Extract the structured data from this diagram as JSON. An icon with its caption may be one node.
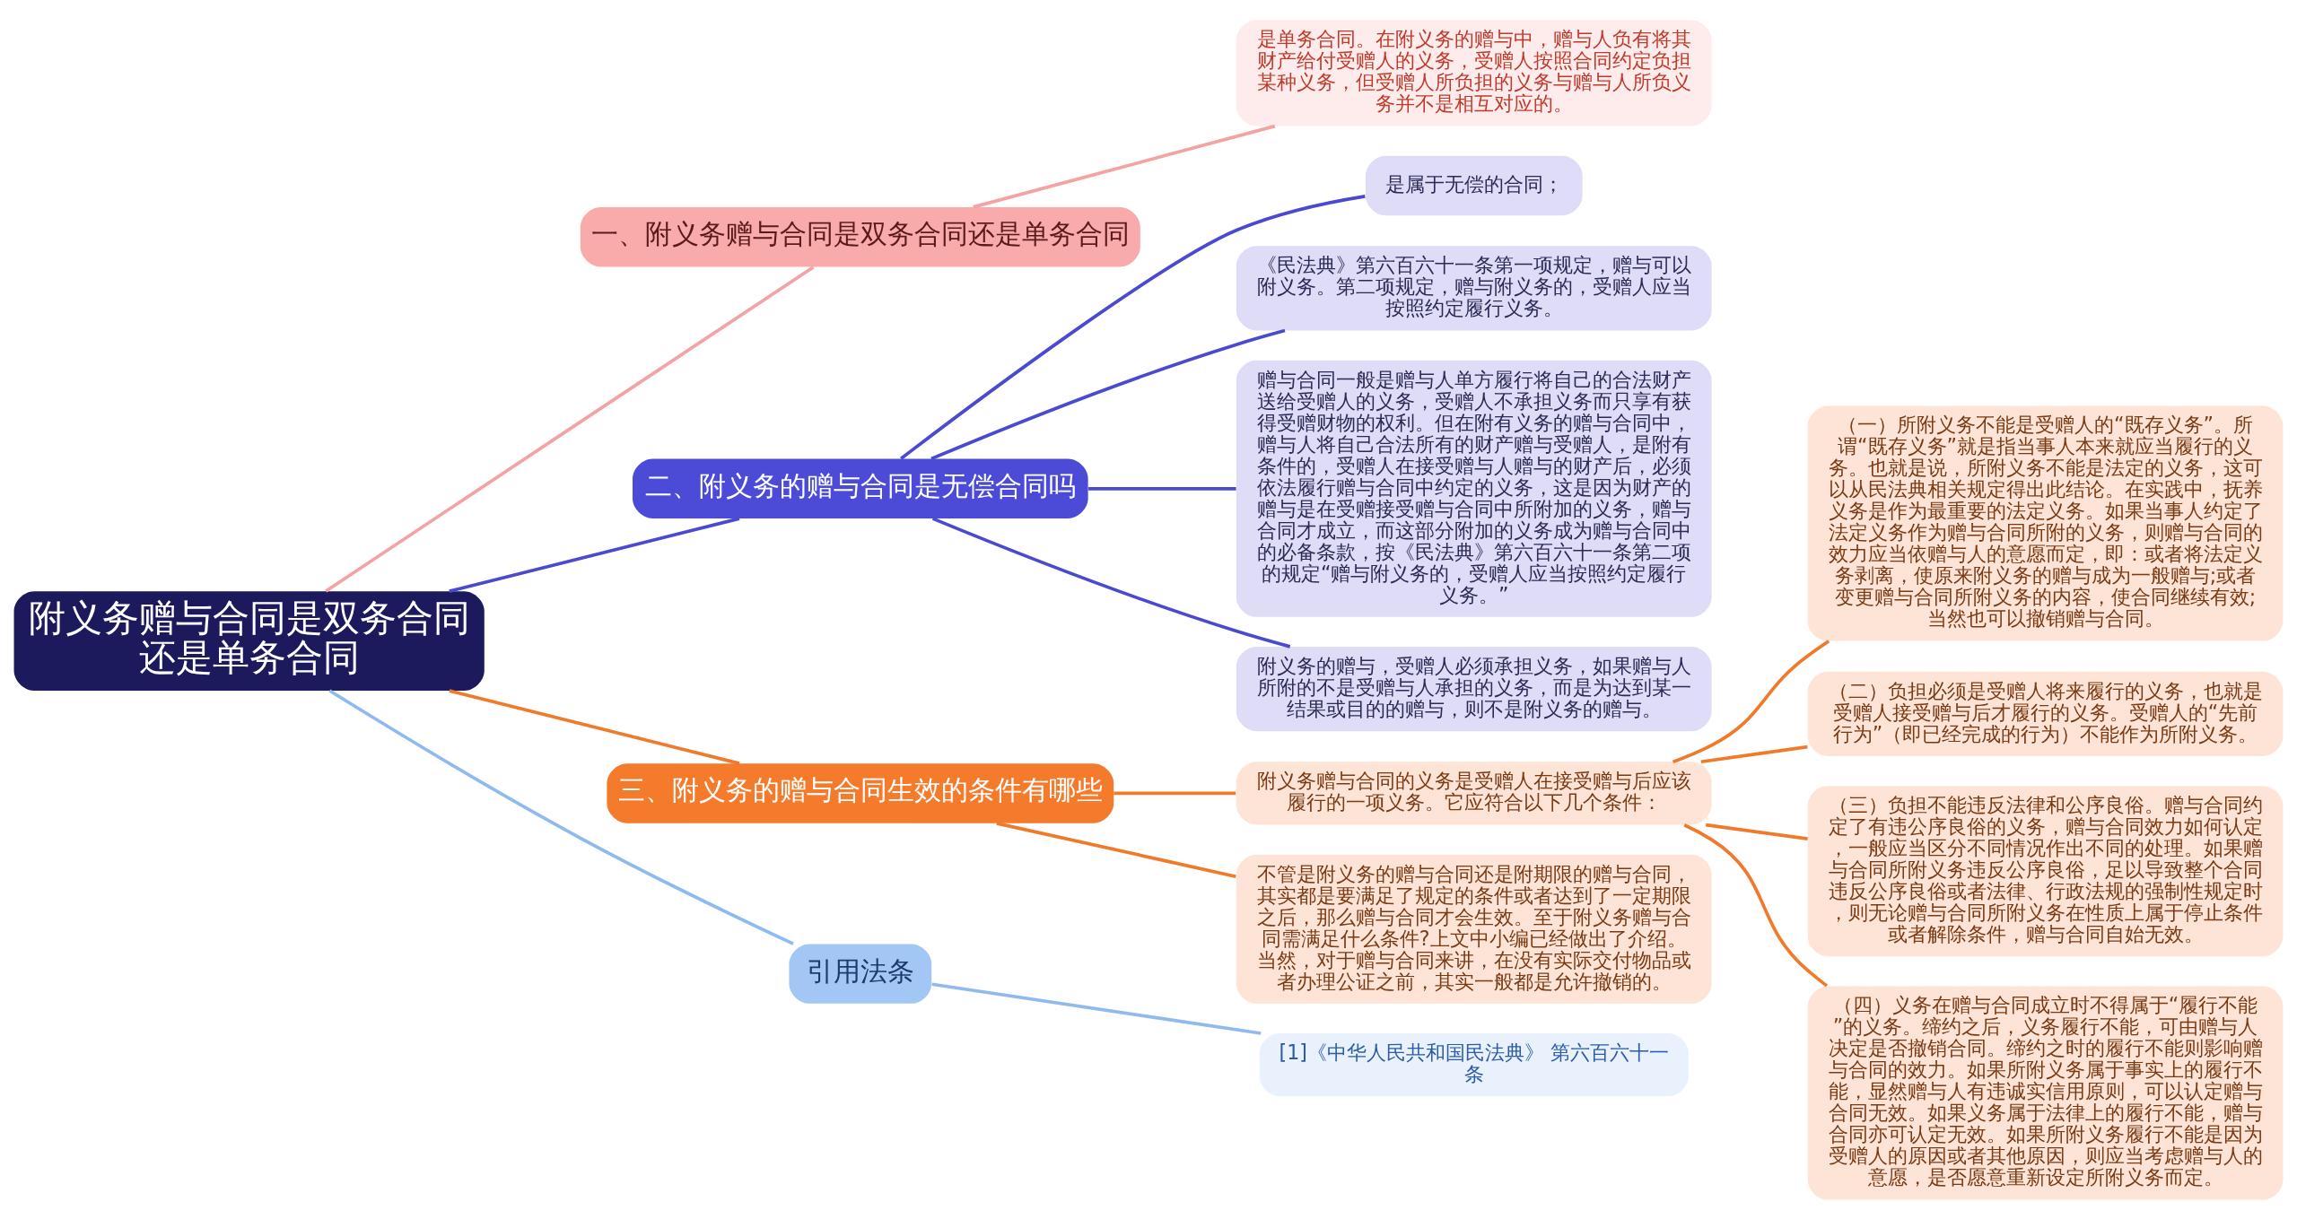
{
  "diagram": {
    "nodes": [
      {
        "text": [
          "附义务赠与合同是双务合同还是单务合同"
        ]
      },
      {
        "text": [
          "一、附义务赠与合同是双务合同还是单务合同"
        ]
      },
      {
        "text": [
          "是单务合同。在附义务的赠与中，赠与人负有将其财产给付受赠人的义务，受赠人按照合同约定负担某种义务，但受赠人所负担的义务与赠与人所负义务并不是相互对应的。"
        ]
      },
      {
        "text": [
          "二、附义务的赠与合同是无偿合同吗"
        ]
      },
      {
        "text": [
          "是属于无偿的合同；"
        ]
      },
      {
        "text": [
          "《民法典》第六百六十一条第一项规定，赠与可以附义务。第二项规定，赠与附义务的，受赠人应当按照约定履行义务。"
        ]
      },
      {
        "text": [
          "赠与合同一般是赠与人单方履行将自己的合法财产送给受赠人的义务，受赠人不承担义务而只享有获得受赠财物的权利。但在附有义务的赠与合同中，赠与人将自己合法所有的财产赠与受赠人，是附有条件的，受赠人在接受赠与人赠与的财产后，必须依法履行赠与合同中约定的义务，这是因为财产的赠与是在受赠接受赠与合同中所附加的义务，赠与合同才成立，而这部分附加的义务成为赠与合同中的必备条款，按《民法典》第六百六十一条第二项的规定“赠与附义务的，受赠人应当按照约定履行义务。”"
        ]
      },
      {
        "text": [
          "附义务的赠与，受赠人必须承担义务，如果赠与人所附的不是受赠与人承担的义务，而是为达到某一结果或目的的赠与，则不是附义务的赠与。"
        ]
      },
      {
        "text": [
          "三、附义务的赠与合同生效的条件有哪些"
        ]
      },
      {
        "text": [
          "附义务赠与合同的义务是受赠人在接受赠与后应该履行的一项义务。它应符合以下几个条件："
        ]
      },
      {
        "text": [
          "（一）所附义务不能是受赠人的“既存义务”。所谓“既存义务”就是指当事人本来就应当履行的义务。也就是说，所附义务不能是法定的义务，这可以从民法典相关规定得出此结论。在实践中，抚养义务是作为最重要的法定义务。如果当事人约定了法定义务作为赠与合同所附的义务，则赠与合同的效力应当依赠与人的意愿而定，即：或者将法定义务剥离，使原来附义务的赠与成为一般赠与;或者变更赠与合同所附义务的内容，使合同继续有效;当然也可以撤销赠与合同。"
        ]
      },
      {
        "text": [
          "（二）负担必须是受赠人将来履行的义务，也就是受赠人接受赠与后才履行的义务。受赠人的“先前行为”（即已经完成的行为）不能作为所附义务。"
        ]
      },
      {
        "text": [
          "（三）负担不能违反法律和公序良俗。赠与合同约定了有违公序良俗的义务，赠与合同效力如何认定，一般应当区分不同情况作出不同的处理。如果赠与合同所附义务违反公序良俗，足以导致整个合同违反公序良俗或者法律、行政法规的强制性规定时，则无论赠与合同所附义务在性质上属于停止条件或者解除条件，赠与合同自始无效。"
        ]
      },
      {
        "text": [
          "（四）义务在赠与合同成立时不得属于“履行不能”的义务。缔约之后，义务履行不能，可由赠与人决定是否撤销合同。缔约之时的履行不能则影响赠与合同的效力。如果所附义务属于事实上的履行不能，显然赠与人有违诚实信用原则，可以认定赠与合同无效。如果义务属于法律上的履行不能，赠与合同亦可认定无效。如果所附义务履行不能是因为受赠人的原因或者其他原因，则应当考虑赠与人的意愿，是否愿意重新设定所附义务而定。"
        ]
      },
      {
        "text": [
          "不管是附义务的赠与合同还是附期限的赠与合同，其实都是要满足了规定的条件或者达到了一定期限之后，那么赠与合同才会生效。至于附义务赠与合同需满足什么条件?上文中小编已经做出了介绍。当然，对于赠与合同来讲，在没有实际交付物品或者办理公证之前，其实一般都是允许撤销的。"
        ]
      },
      {
        "text": [
          "引用法条"
        ]
      },
      {
        "text": [
          "[1]《中华人民共和国民法典》 第六百六十一条"
        ]
      }
    ],
    "edges": [
      {
        "from": 0,
        "to": 1,
        "arrow": "none",
        "color": "#f4a3a3"
      },
      {
        "from": 1,
        "to": 2,
        "arrow": "none",
        "color": "#f4a3a3"
      },
      {
        "from": 0,
        "to": 3,
        "arrow": "none",
        "color": "#4a4ad0"
      },
      {
        "from": 3,
        "to": 4,
        "arrow": "none",
        "color": "#4a4ad0"
      },
      {
        "from": 3,
        "to": 5,
        "arrow": "none",
        "color": "#4a4ad0"
      },
      {
        "from": 3,
        "to": 6,
        "arrow": "none",
        "color": "#4a4ad0"
      },
      {
        "from": 3,
        "to": 7,
        "arrow": "none",
        "color": "#4a4ad0"
      },
      {
        "from": 0,
        "to": 8,
        "arrow": "none"
      },
      {
        "from": 8,
        "to": 9,
        "arrow": "none"
      },
      {
        "from": 9,
        "to": 10,
        "arrow": "none"
      },
      {
        "from": 9,
        "to": 11,
        "arrow": "none"
      },
      {
        "from": 9,
        "to": 12,
        "arrow": "none"
      },
      {
        "from": 9,
        "to": 13,
        "arrow": "none"
      },
      {
        "from": 8,
        "to": 14,
        "arrow": "none"
      },
      {
        "from": 0,
        "to": 15,
        "arrow": "none",
        "color": "#8fbaf0"
      },
      {
        "from": 15,
        "to": 16,
        "arrow": "none",
        "color": "#8fbaf0"
      }
    ]
  }
}
